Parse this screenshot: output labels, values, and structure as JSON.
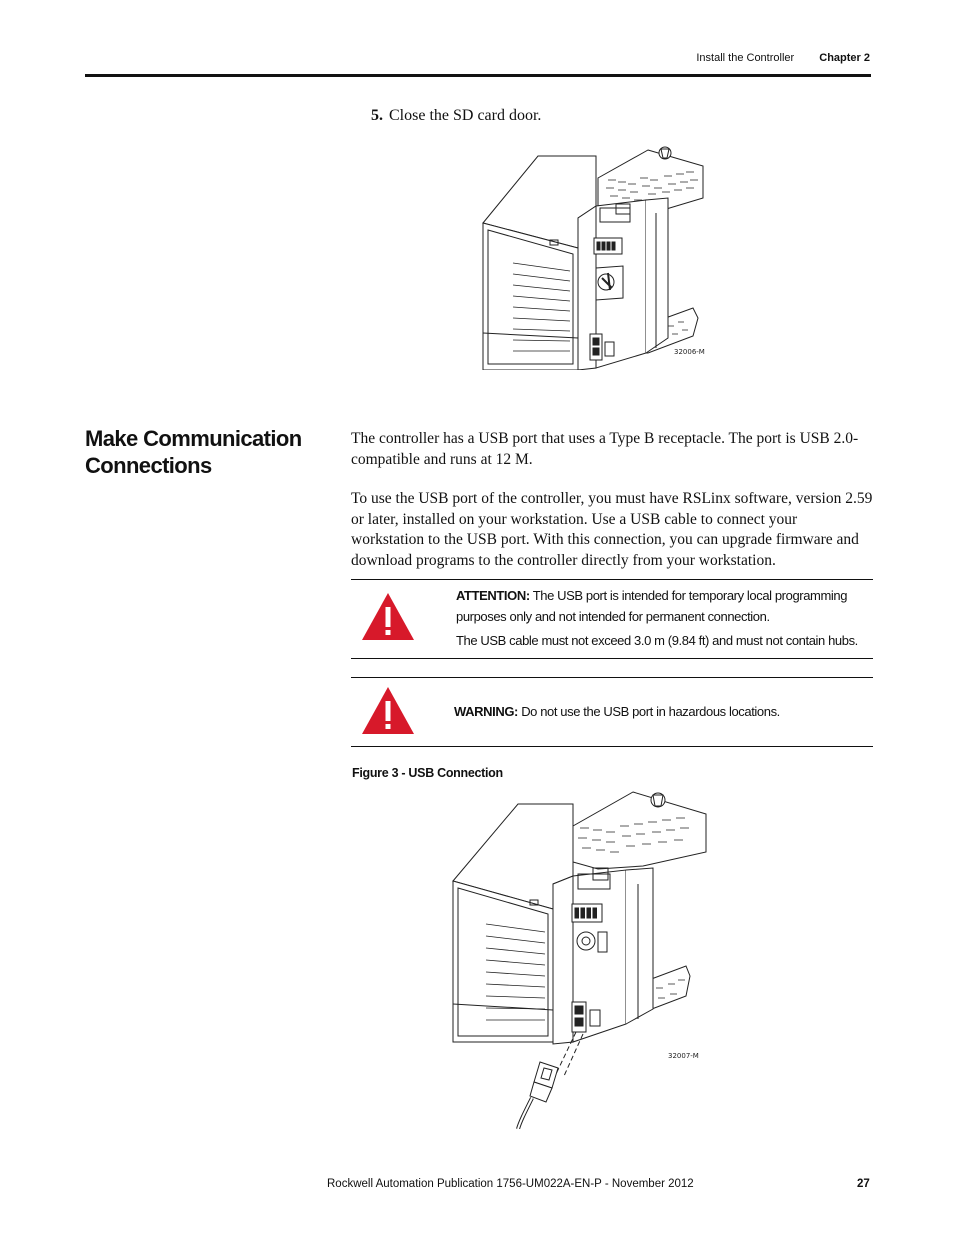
{
  "header": {
    "section": "Install the Controller",
    "chapter": "Chapter 2"
  },
  "step": {
    "number": "5.",
    "text": "Close the SD card door."
  },
  "figure1": {
    "code": "32006-M"
  },
  "section": {
    "title": "Make Communication Connections"
  },
  "paragraphs": [
    "The controller has a USB port that uses a Type B receptacle. The port is USB 2.0-compatible and runs at 12 M.",
    "To use the USB port of the controller, you must have RSLinx software, version 2.59 or later, installed on your workstation. Use a USB cable to connect your workstation to the USB port. With this connection, you can upgrade firmware and download programs to the controller directly from your workstation."
  ],
  "attention": {
    "label": "ATTENTION:",
    "text": "The USB port is intended for temporary local programming purposes only and not intended for permanent connection.",
    "text2": "The USB cable must not exceed 3.0 m (9.84 ft) and must not contain hubs."
  },
  "warning": {
    "label": "WARNING:",
    "text": "Do not use the USB port in hazardous locations."
  },
  "figure3": {
    "caption": "Figure 3 - USB Connection",
    "code": "32007-M"
  },
  "footer": {
    "publication": "Rockwell Automation Publication 1756-UM022A-EN-P - November 2012",
    "page": "27"
  },
  "colors": {
    "hazard_red": "#d7192a",
    "rule": "#111111"
  },
  "icons": [
    "warning-triangle-icon"
  ]
}
